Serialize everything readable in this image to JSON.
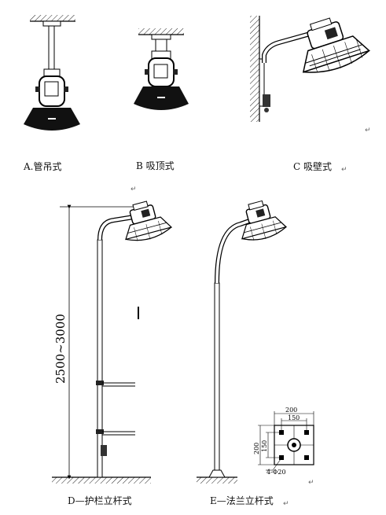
{
  "labels": {
    "a": "A.管吊式",
    "b": "B 吸顶式",
    "c": "C 吸壁式",
    "d": "D—护栏立杆式",
    "e": "E—法兰立杆式"
  },
  "dimensions": {
    "pole_height": "2500~3000",
    "flange_outer_h": "200",
    "flange_inner_h": "150",
    "flange_outer_v": "200",
    "flange_inner_v": "150",
    "bolt_holes": "4-Φ20"
  },
  "marks": {
    "return": "↵"
  }
}
